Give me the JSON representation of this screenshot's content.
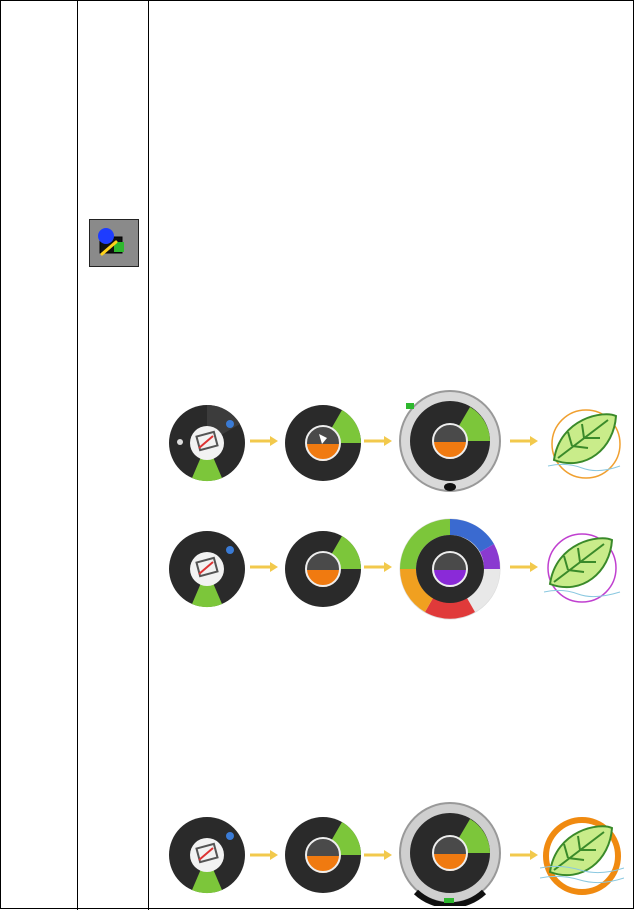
{
  "table": {
    "columns": 3
  },
  "tool": {
    "icon": "shape-recognition-pen-icon",
    "colors": {
      "circle": "#1e3cff",
      "square_fill": "#2eb82e",
      "pen": "#ffd21a",
      "bg": "#8a8a8a"
    }
  },
  "sequences": [
    {
      "name": "row-1",
      "steps": [
        "pen-menu-dial",
        "pen-submenu-dial",
        "shape-settings-dial",
        "leaf-result-orange"
      ],
      "result_ring_color": "#f0a030"
    },
    {
      "name": "row-2",
      "steps": [
        "pen-menu-dial",
        "pen-submenu-dial",
        "color-wheel-dial",
        "leaf-result-purple"
      ],
      "result_ring_color": "#c040d0"
    },
    {
      "name": "row-3",
      "steps": [
        "pen-menu-dial",
        "pen-submenu-dial",
        "thickness-dial",
        "leaf-result-thick"
      ],
      "result_ring_color": "#f08a10"
    }
  ],
  "palette": {
    "dial_dark": "#2a2a2a",
    "dial_mid": "#4a4a4a",
    "highlight_green": "#7cc63a",
    "accent_orange": "#f07a10",
    "arrow": "#f2c94c",
    "leaf_fill": "#c9ec8a",
    "leaf_stroke": "#3a8a2a"
  }
}
